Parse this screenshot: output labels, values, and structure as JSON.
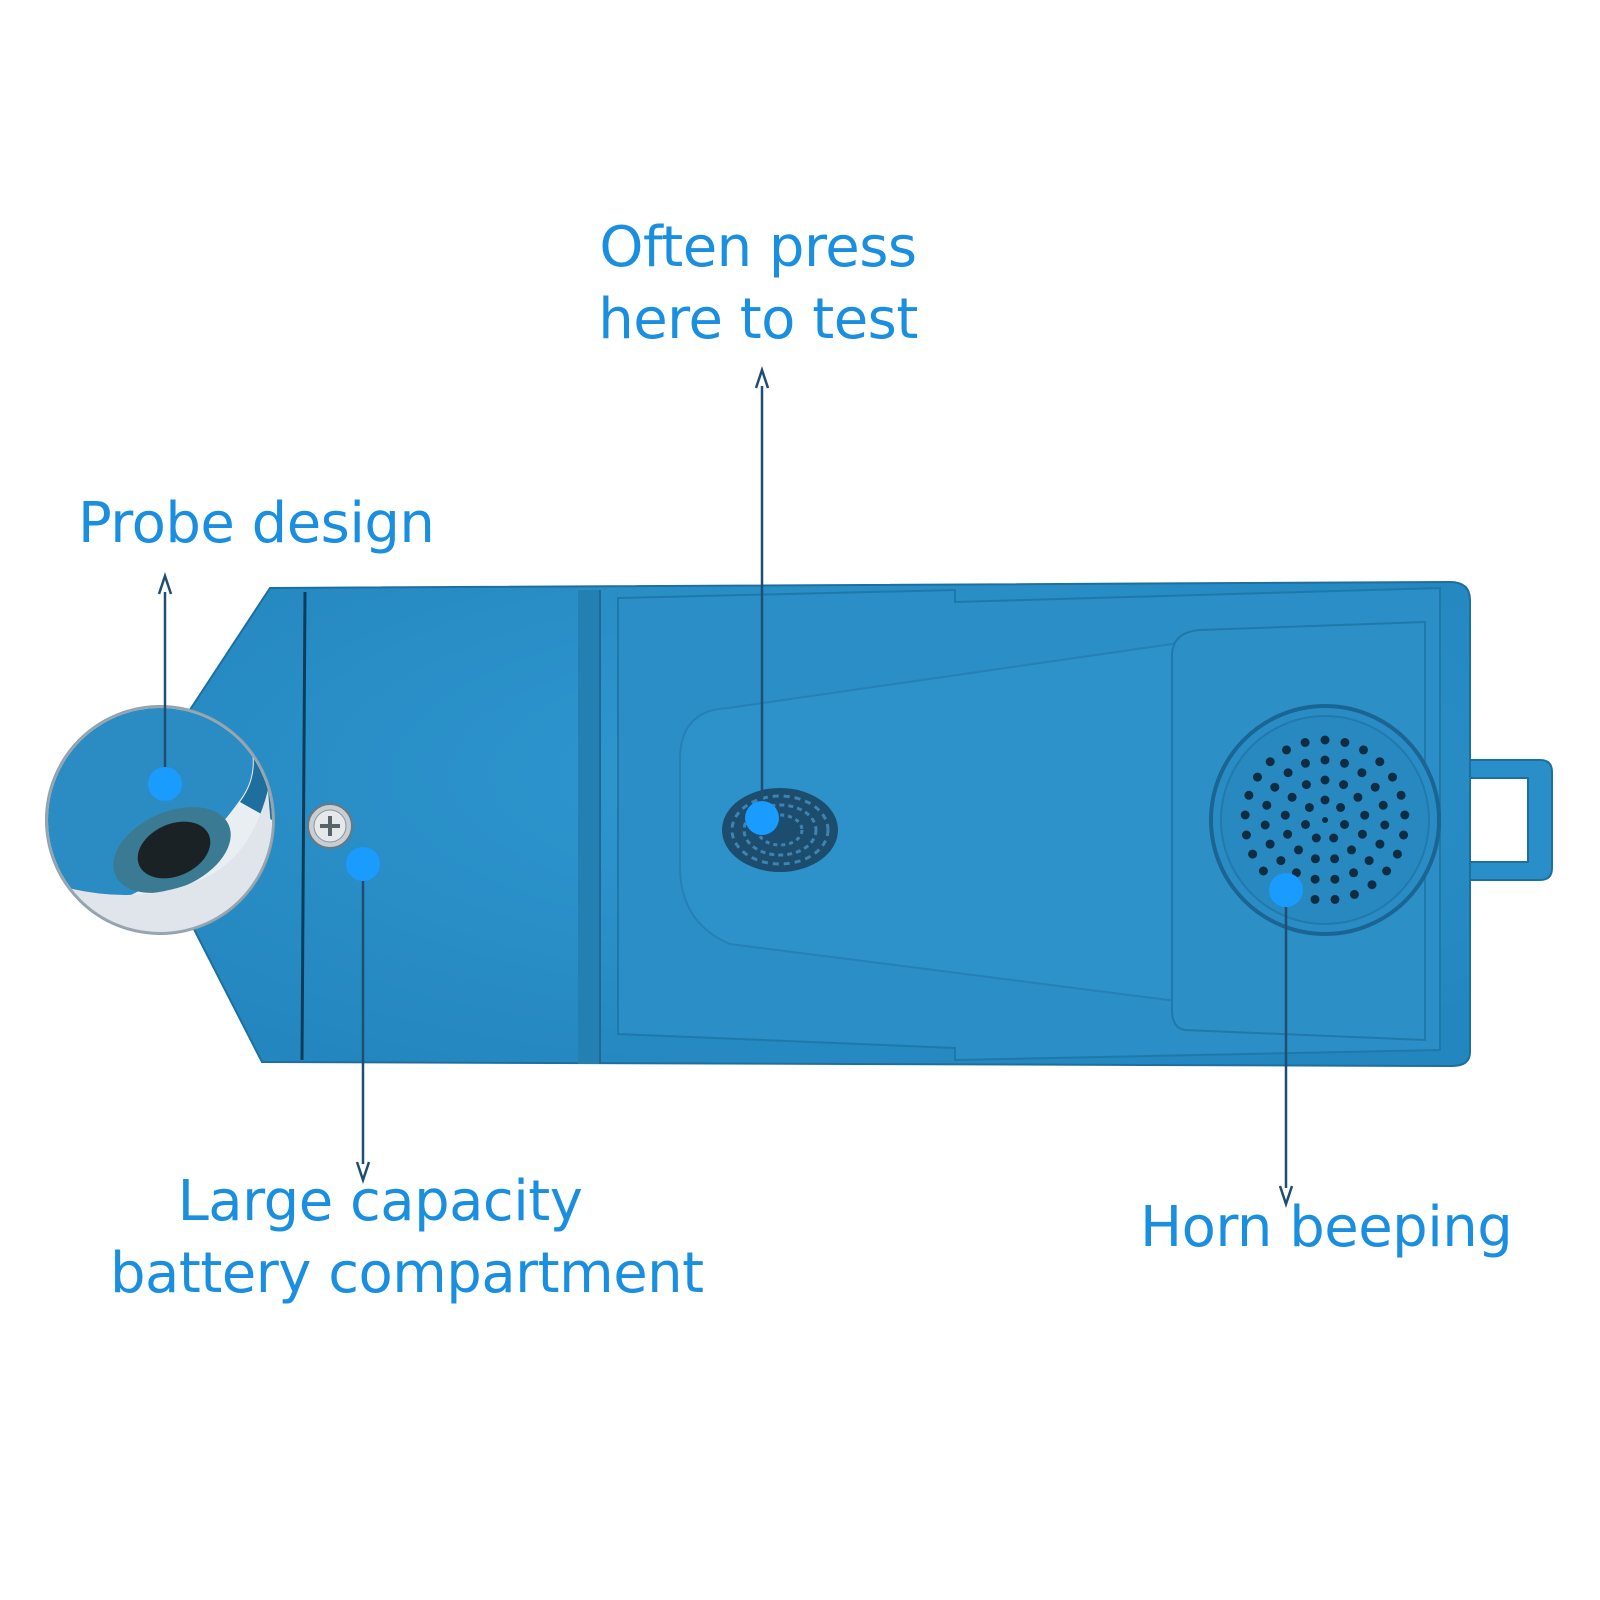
{
  "colors": {
    "device_body": "#2a8fc8",
    "device_edge": "#1d6f9f",
    "accent": "#1a8fe0",
    "marker": "#1a9bff",
    "arrow": "#1f4e73",
    "background": "#ffffff"
  },
  "callouts": [
    {
      "id": "test_button",
      "lines": [
        "Often press",
        "here to test"
      ],
      "marker_icon": "dot-marker",
      "arrow_direction": "up"
    },
    {
      "id": "probe",
      "lines": [
        "Probe design"
      ],
      "marker_icon": "dot-marker",
      "arrow_direction": "up"
    },
    {
      "id": "battery",
      "lines": [
        "Large capacity",
        "battery compartment"
      ],
      "marker_icon": "dot-marker",
      "arrow_direction": "down"
    },
    {
      "id": "horn",
      "lines": [
        "Horn beeping"
      ],
      "marker_icon": "dot-marker",
      "arrow_direction": "down"
    }
  ],
  "device": {
    "parts": [
      "probe-tip-icon",
      "screw-icon",
      "fingerprint-pad-icon",
      "speaker-grille-icon",
      "lanyard-loop-icon"
    ]
  }
}
